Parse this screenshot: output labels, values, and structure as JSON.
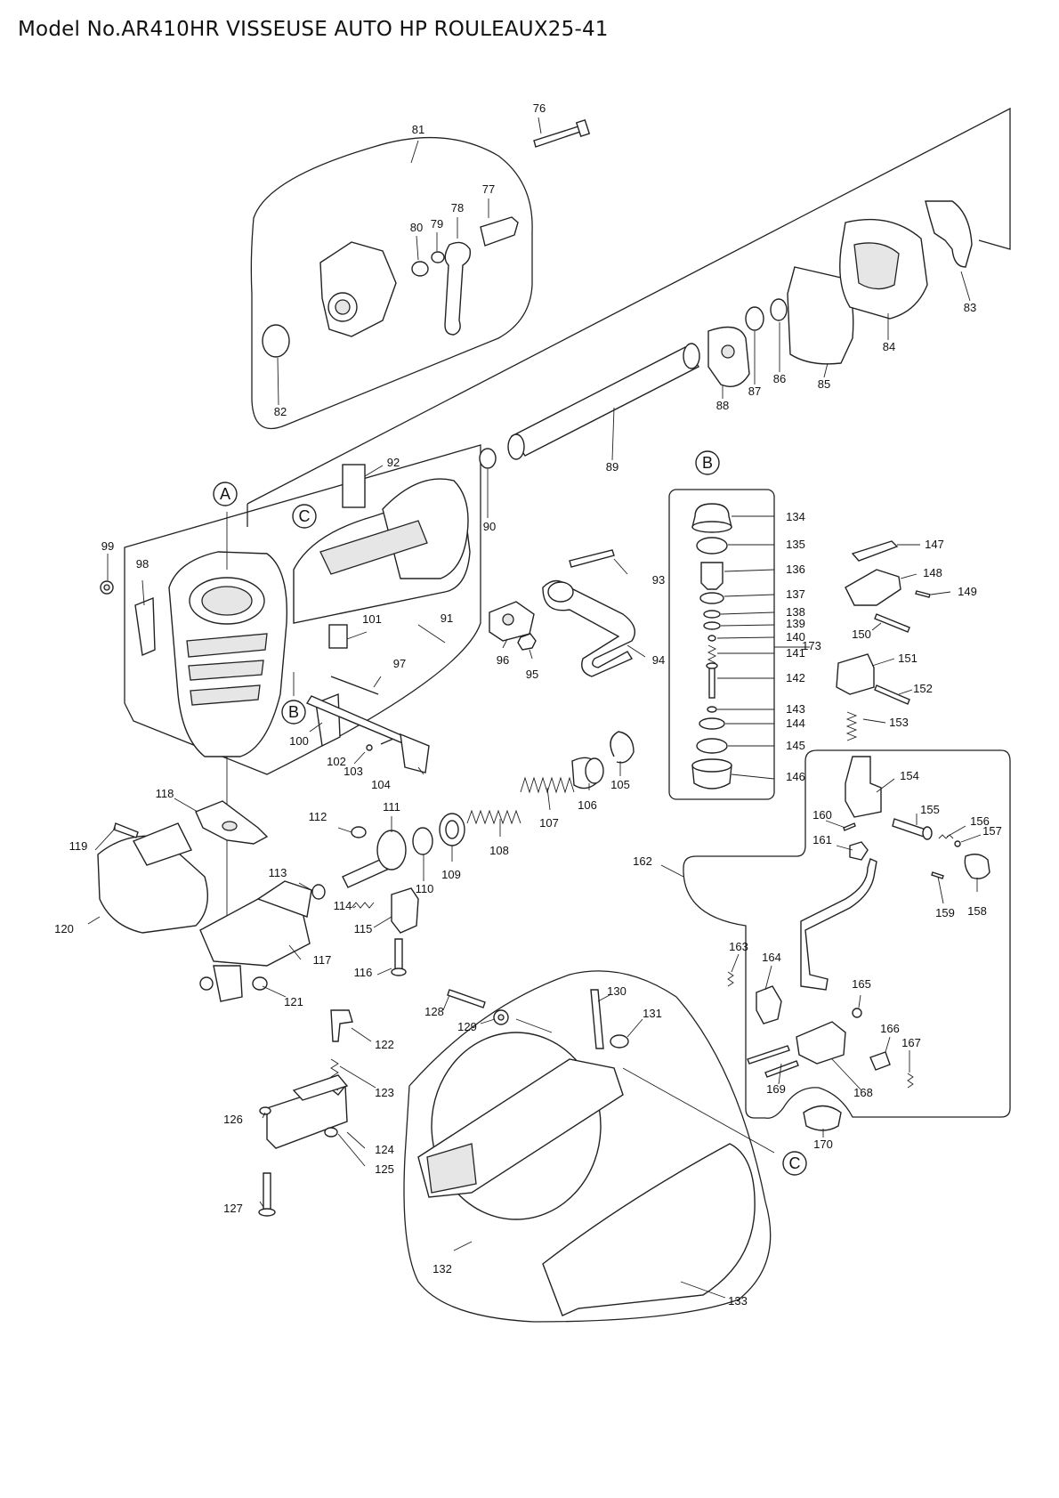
{
  "title": "Model No.AR410HR VISSEUSE AUTO HP ROULEAUX25-41",
  "reference_markers": [
    "A",
    "B",
    "C"
  ],
  "part_numbers": [
    "76",
    "77",
    "78",
    "79",
    "80",
    "81",
    "82",
    "83",
    "84",
    "85",
    "86",
    "87",
    "88",
    "89",
    "90",
    "91",
    "92",
    "93",
    "94",
    "95",
    "96",
    "97",
    "98",
    "99",
    "100",
    "101",
    "102",
    "103",
    "104",
    "105",
    "106",
    "107",
    "108",
    "109",
    "110",
    "111",
    "112",
    "113",
    "114",
    "115",
    "116",
    "117",
    "118",
    "119",
    "120",
    "121",
    "122",
    "123",
    "124",
    "125",
    "126",
    "127",
    "128",
    "129",
    "130",
    "131",
    "132",
    "133",
    "134",
    "135",
    "136",
    "137",
    "138",
    "139",
    "140",
    "141",
    "142",
    "143",
    "144",
    "145",
    "146",
    "147",
    "148",
    "149",
    "150",
    "151",
    "152",
    "153",
    "154",
    "155",
    "156",
    "157",
    "158",
    "159",
    "160",
    "161",
    "162",
    "163",
    "164",
    "165",
    "166",
    "167",
    "168",
    "169",
    "170",
    "173"
  ]
}
